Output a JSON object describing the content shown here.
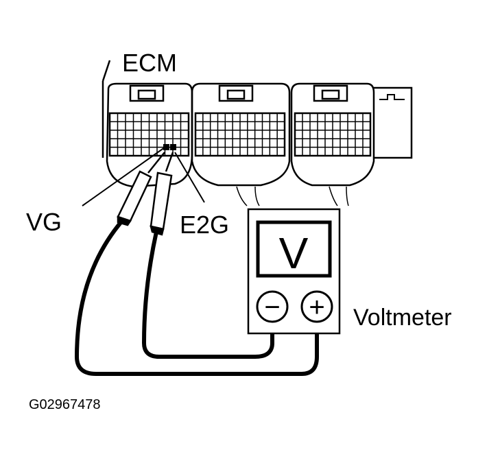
{
  "labels": {
    "ecm": "ECM",
    "vg": "VG",
    "e2g": "E2G",
    "meter_symbol": "V",
    "minus": "−",
    "plus": "+",
    "voltmeter": "Voltmeter",
    "figure_id": "G02967478"
  },
  "colors": {
    "line": "#000000",
    "background": "#ffffff"
  }
}
